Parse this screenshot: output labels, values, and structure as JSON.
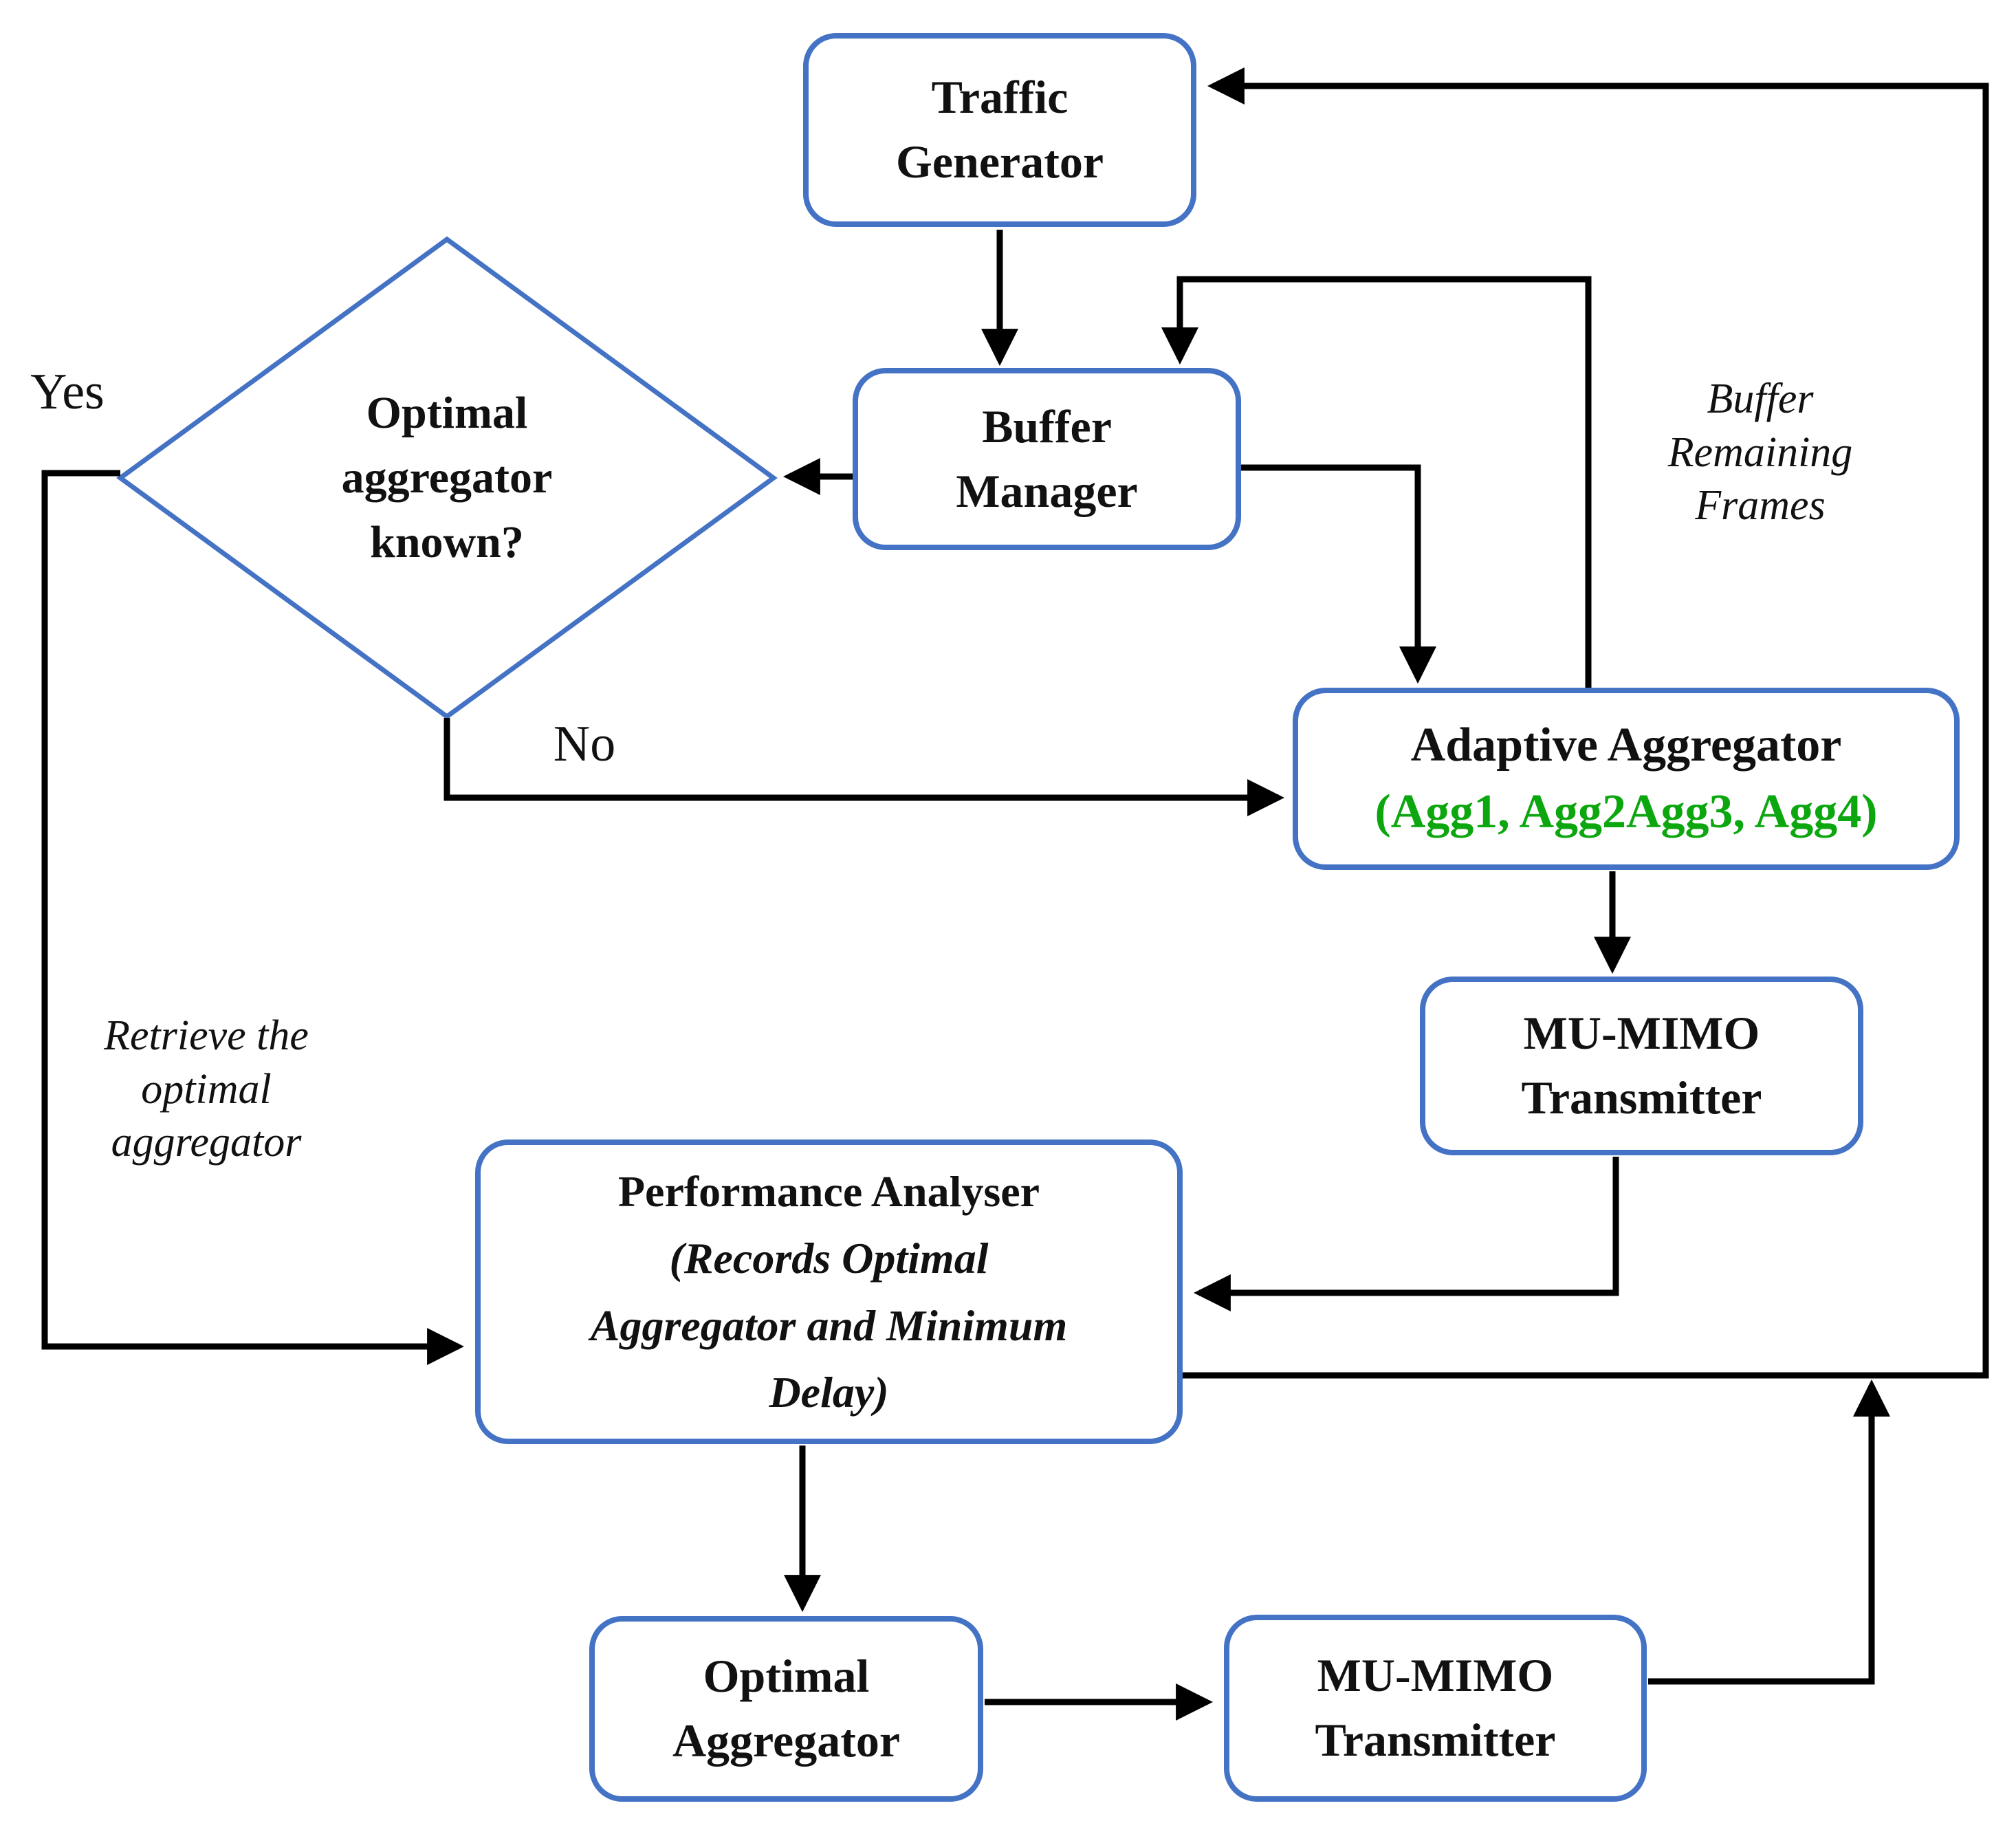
{
  "colors": {
    "node_border": "#4472C4",
    "connector": "#000000",
    "text": "#111111",
    "agg_list_green": "#0CA60F"
  },
  "nodes": {
    "traffic_generator": {
      "lines": [
        "Traffic",
        "Generator"
      ]
    },
    "buffer_manager": {
      "lines": [
        "Buffer",
        "Manager"
      ]
    },
    "adaptive_aggregator": {
      "title": "Adaptive Aggregator",
      "subtitle": "(Agg1, Agg2Agg3, Agg4)"
    },
    "mu_mimo_transmitter_upper": {
      "lines": [
        "MU-MIMO",
        "Transmitter"
      ]
    },
    "performance_analyser": {
      "title": "Performance Analyser",
      "note_lines": [
        "(Records Optimal",
        "Aggregator and Minimum",
        "Delay)"
      ]
    },
    "optimal_aggregator": {
      "lines": [
        "Optimal",
        "Aggregator"
      ]
    },
    "mu_mimo_transmitter_lower": {
      "lines": [
        "MU-MIMO",
        "Transmitter"
      ]
    }
  },
  "decision": {
    "lines": [
      "Optimal",
      "aggregator",
      "known?"
    ]
  },
  "edge_labels": {
    "yes": "Yes",
    "no": "No",
    "buffer_remaining_frames": [
      "Buffer",
      "Remaining",
      "Frames"
    ],
    "retrieve_optimal": [
      "Retrieve the",
      "optimal",
      "aggregator"
    ]
  }
}
